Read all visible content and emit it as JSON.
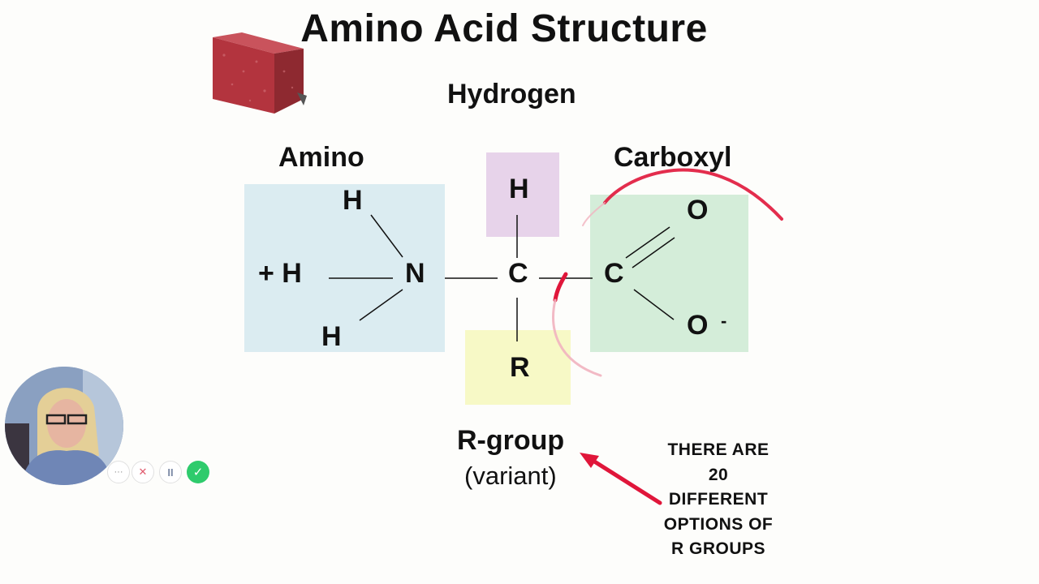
{
  "title": "Amino Acid Structure",
  "labels": {
    "hydrogen": "Hydrogen",
    "amino": "Amino",
    "carboxyl": "Carboxyl",
    "rgroup": "R-group",
    "variant": "(variant)"
  },
  "atoms": {
    "plus_h": "+ H",
    "h_top": "H",
    "h_bottom": "H",
    "n": "N",
    "c_alpha": "C",
    "h_alpha": "H",
    "r": "R",
    "c_carboxyl": "C",
    "o_double": "O",
    "o_single": "O",
    "o_charge": "-"
  },
  "note_lines": [
    "THERE ARE",
    "20",
    "DIFFERENT",
    "OPTIONS OF",
    "R GROUPS"
  ],
  "controls": {
    "more": "···",
    "close": "✕",
    "pause": "II",
    "done": "✓"
  },
  "colors": {
    "amino_box": "#dbecf1",
    "hydrogen_box": "#e7d3ea",
    "rgroup_box": "#f7f9c6",
    "carboxyl_box": "#d4edd9",
    "annotation_red": "#e0163a",
    "record_green": "#2ecb6c"
  }
}
